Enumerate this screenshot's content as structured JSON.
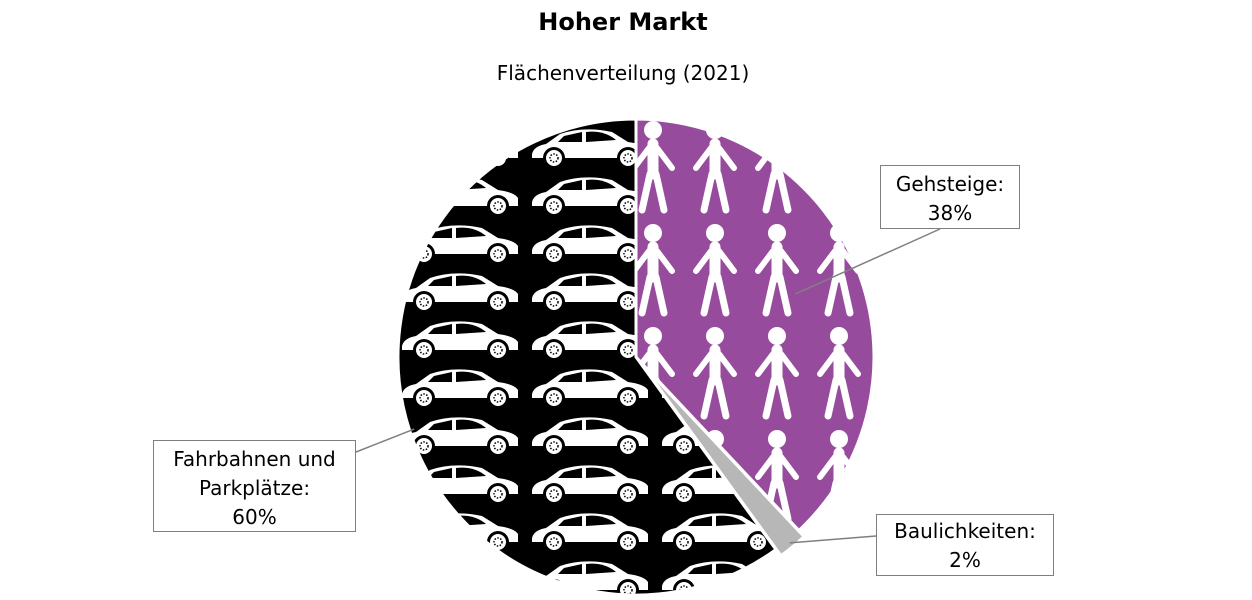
{
  "title": "Hoher Markt",
  "subtitle": "Flächenverteilung (2021)",
  "chart_data": {
    "type": "pie",
    "title": "Hoher Markt",
    "subtitle": "Flächenverteilung (2021)",
    "slices": [
      {
        "label": "Gehsteige:",
        "value": 38,
        "value_label": "38%",
        "color": "#974b9c",
        "pattern": "pedestrian-icons",
        "exploded": false
      },
      {
        "label": "Baulichkeiten:",
        "value": 2,
        "value_label": "2%",
        "color": "#b7b7b7",
        "pattern": "solid",
        "exploded": true
      },
      {
        "label": "Fahrbahnen und Parkplätze:",
        "value": 60,
        "value_label": "60%",
        "color": "#000000",
        "pattern": "car-icons",
        "exploded": false
      }
    ],
    "legend": "callouts"
  }
}
